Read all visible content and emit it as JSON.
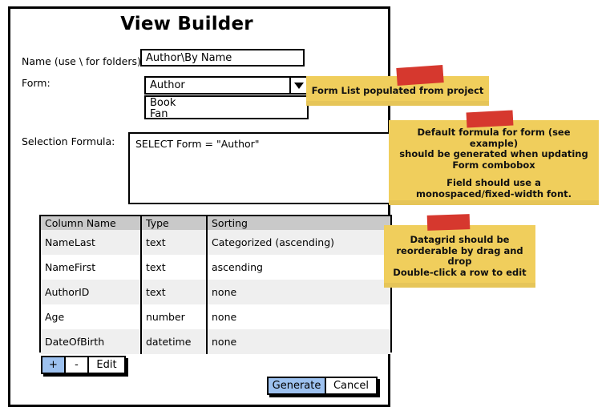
{
  "window": {
    "title": "View Builder"
  },
  "form": {
    "name_label": "Name (use \\ for folders):",
    "name_value": "Author\\By Name",
    "form_label": "Form:",
    "form_selected": "Author",
    "form_options": [
      "Book",
      "Fan"
    ],
    "formula_label": "Selection Formula:",
    "formula_value": "SELECT Form = \"Author\""
  },
  "grid": {
    "headers": [
      "Column Name",
      "Type",
      "Sorting"
    ],
    "rows": [
      {
        "name": "NameLast",
        "type": "text",
        "sorting": "Categorized (ascending)"
      },
      {
        "name": "NameFirst",
        "type": "text",
        "sorting": "ascending"
      },
      {
        "name": "AuthorID",
        "type": "text",
        "sorting": "none"
      },
      {
        "name": "Age",
        "type": "number",
        "sorting": "none"
      },
      {
        "name": "DateOfBirth",
        "type": "datetime",
        "sorting": "none"
      }
    ]
  },
  "buttons": {
    "add": "+",
    "remove": "-",
    "edit": "Edit",
    "generate": "Generate",
    "cancel": "Cancel"
  },
  "notes": [
    {
      "lines": [
        "Form List populated from project"
      ]
    },
    {
      "lines": [
        "Default formula for form (see example)",
        "should be generated when updating",
        "Form combobox"
      ],
      "lines2": [
        "Field should use a",
        "monospaced/fixed-width font."
      ]
    },
    {
      "lines": [
        "Datagrid should be",
        "reorderable by drag and",
        "drop",
        "Double-click a row to edit"
      ]
    }
  ],
  "colors": {
    "note": "#f0ce5c",
    "tape": "#d6382e",
    "selected_button": "#9dc1ef",
    "grid_header": "#c9c9c9",
    "grid_alt_row": "#efefef"
  }
}
